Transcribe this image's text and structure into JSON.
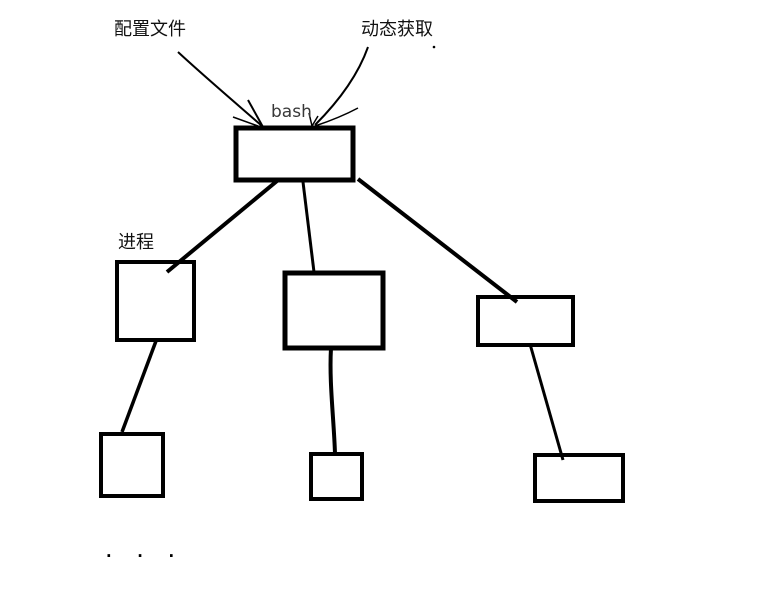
{
  "diagram": {
    "kind": "hand-drawn process tree sketch",
    "labels": {
      "config_file": "配置文件",
      "dynamic_fetch": "动态获取",
      "bash": "bash",
      "process": "进程",
      "ellipsis": ". . ."
    },
    "annotations": [
      {
        "text": "配置文件",
        "arrow_points_to": "bash box top-left corner"
      },
      {
        "text": "动态获取",
        "arrow_points_to": "bash box top-right corner"
      }
    ],
    "structure": {
      "root": "bash",
      "root_label_position": "above root box",
      "children": [
        {
          "id": "child-left",
          "label": "进程",
          "descendants": 1
        },
        {
          "id": "child-middle",
          "label": "",
          "descendants": 1
        },
        {
          "id": "child-right",
          "label": "",
          "descendants": 1
        }
      ],
      "continuation_mark": ". . ."
    },
    "colors": {
      "ink": "#000000",
      "background": "#ffffff",
      "bash_text": "#383838"
    }
  }
}
